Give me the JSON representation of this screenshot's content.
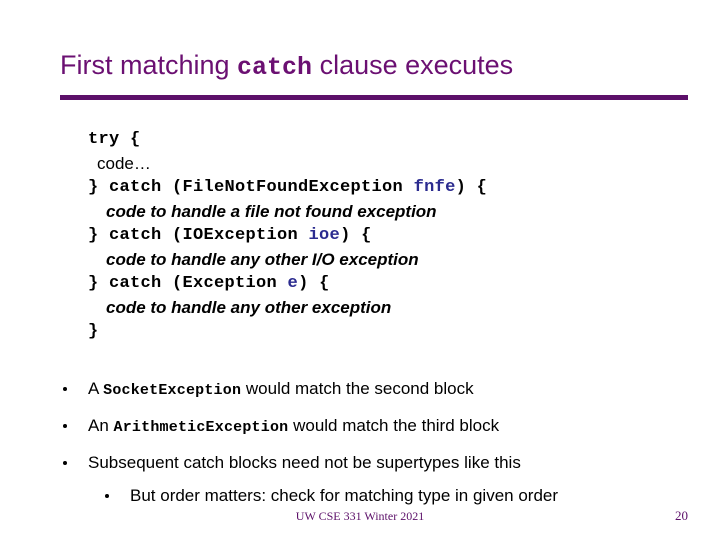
{
  "slide": {
    "title_prefix": "First matching ",
    "title_mono": "catch",
    "title_suffix": " clause executes",
    "accent_color": "#5c1069",
    "title_color": "#6b1072",
    "variable_color": "#2b2b8f",
    "background_color": "#ffffff"
  },
  "code_block": {
    "lines": [
      {
        "style": "mono",
        "indent": 0,
        "text": "try {"
      },
      {
        "style": "sans",
        "indent": 1,
        "text": "code…"
      },
      {
        "style": "mono",
        "indent": 0,
        "pre": "} catch (FileNotFoundException ",
        "var": "fnfe",
        "post": ") {"
      },
      {
        "style": "cmt",
        "indent": 2,
        "text": "code to handle a file not found exception"
      },
      {
        "style": "mono",
        "indent": 0,
        "pre": "} catch (IOException ",
        "var": "ioe",
        "post": ") {"
      },
      {
        "style": "cmt",
        "indent": 2,
        "text": "code to handle any other I/O exception"
      },
      {
        "style": "mono",
        "indent": 0,
        "pre": "} catch (Exception ",
        "var": "e",
        "post": ") {"
      },
      {
        "style": "cmt",
        "indent": 2,
        "text": "code to handle any other exception"
      },
      {
        "style": "mono",
        "indent": 0,
        "text": "}"
      }
    ],
    "line_0": "try {",
    "line_1": "code…",
    "line_2_pre": "} catch (FileNotFoundException ",
    "line_2_var": "fnfe",
    "line_2_post": ") {",
    "line_3": "code to handle a file not found exception",
    "line_4_pre": "} catch (IOException ",
    "line_4_var": "ioe",
    "line_4_post": ") {",
    "line_5": "code to handle any other I/O exception",
    "line_6_pre": "} catch (Exception ",
    "line_6_var": "e",
    "line_6_post": ") {",
    "line_7": "code to handle any other exception",
    "line_8": "}"
  },
  "bullets": [
    {
      "level": 1,
      "pre": "A ",
      "mono": "SocketException",
      "post": " would match the second block"
    },
    {
      "level": 1,
      "pre": "An ",
      "mono": "ArithmeticException",
      "post": " would match the third block"
    },
    {
      "level": 1,
      "pre": "Subsequent catch blocks need not be supertypes like this",
      "mono": "",
      "post": ""
    },
    {
      "level": 2,
      "pre": "But order matters: check for matching type in given order",
      "mono": "",
      "post": ""
    }
  ],
  "footer": {
    "course": "UW CSE 331 Winter 2021",
    "page_number": "20"
  }
}
